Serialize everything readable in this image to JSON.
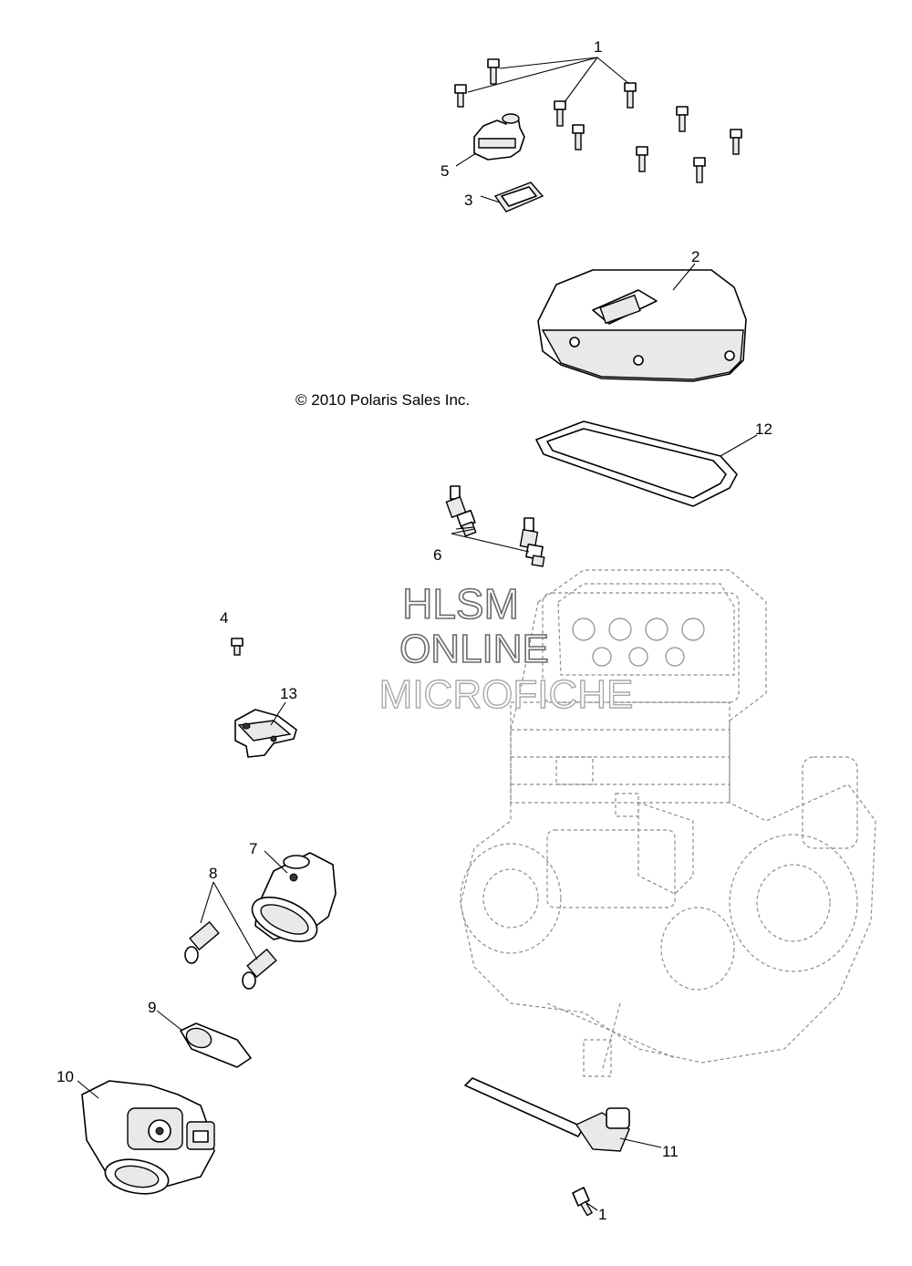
{
  "copyright": "© 2010 Polaris Sales Inc.",
  "watermark": {
    "line1": "HLSM",
    "line2": "ONLINE",
    "line3": "MICROFICHE"
  },
  "callouts": {
    "c1_top": "1",
    "c2": "2",
    "c3": "3",
    "c4": "4",
    "c5": "5",
    "c6": "6",
    "c7": "7",
    "c8": "8",
    "c9": "9",
    "c10": "10",
    "c11": "11",
    "c12": "12",
    "c13": "13",
    "c1_bottom": "1"
  }
}
